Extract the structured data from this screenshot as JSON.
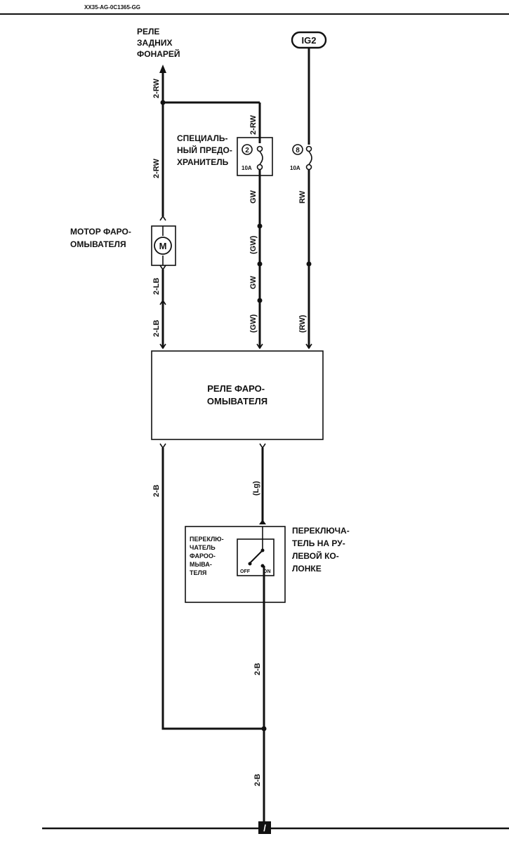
{
  "header": {
    "code": "XX35-AG-0C1365-GG"
  },
  "labels": {
    "tail_light_relay": [
      "РЕЛЕ",
      "ЗАДНИХ",
      "ФОНАРЕЙ"
    ],
    "special_fuse": [
      "СПЕЦИАЛЬ-",
      "НЫЙ ПРЕДО-",
      "ХРАНИТЕЛЬ"
    ],
    "washer_motor": [
      "МОТОР ФАРО-",
      "ОМЫВАТЕЛЯ"
    ],
    "washer_relay": [
      "РЕЛЕ ФАРО-",
      "ОМЫВАТЕЛЯ"
    ],
    "washer_switch": [
      "ПЕРЕКЛЮ-",
      "ЧАТЕЛЬ",
      "ФАРОО-",
      "МЫВА-",
      "ТЕЛЯ"
    ],
    "column_switch": [
      "ПЕРЕКЛЮЧА-",
      "ТЕЛЬ НА РУ-",
      "ЛЕВОЙ КО-",
      "ЛОНКЕ"
    ]
  },
  "ig_label": "IG2",
  "fuses": [
    {
      "number": "2",
      "rating": "10A"
    },
    {
      "number": "8",
      "rating": "10A"
    }
  ],
  "switch_positions": {
    "off": "OFF",
    "on": "ON"
  },
  "wires": {
    "left_top": "2-RW",
    "left_mid": "2-RW",
    "left_lb_1": "2-LB",
    "left_lb_2": "2-LB",
    "mid_fuse_in": "2-RW",
    "mid_gw_1": "GW",
    "mid_gw_2": "(GW)",
    "mid_gw_3": "GW",
    "mid_gw_4": "(GW)",
    "right_rw_1": "RW",
    "right_rw_2": "(RW)",
    "left_bottom": "2-B",
    "mid_lg": "(Lg)",
    "mid_bottom_1": "2-B",
    "mid_bottom_2": "2-B"
  },
  "ground_symbol": "/"
}
